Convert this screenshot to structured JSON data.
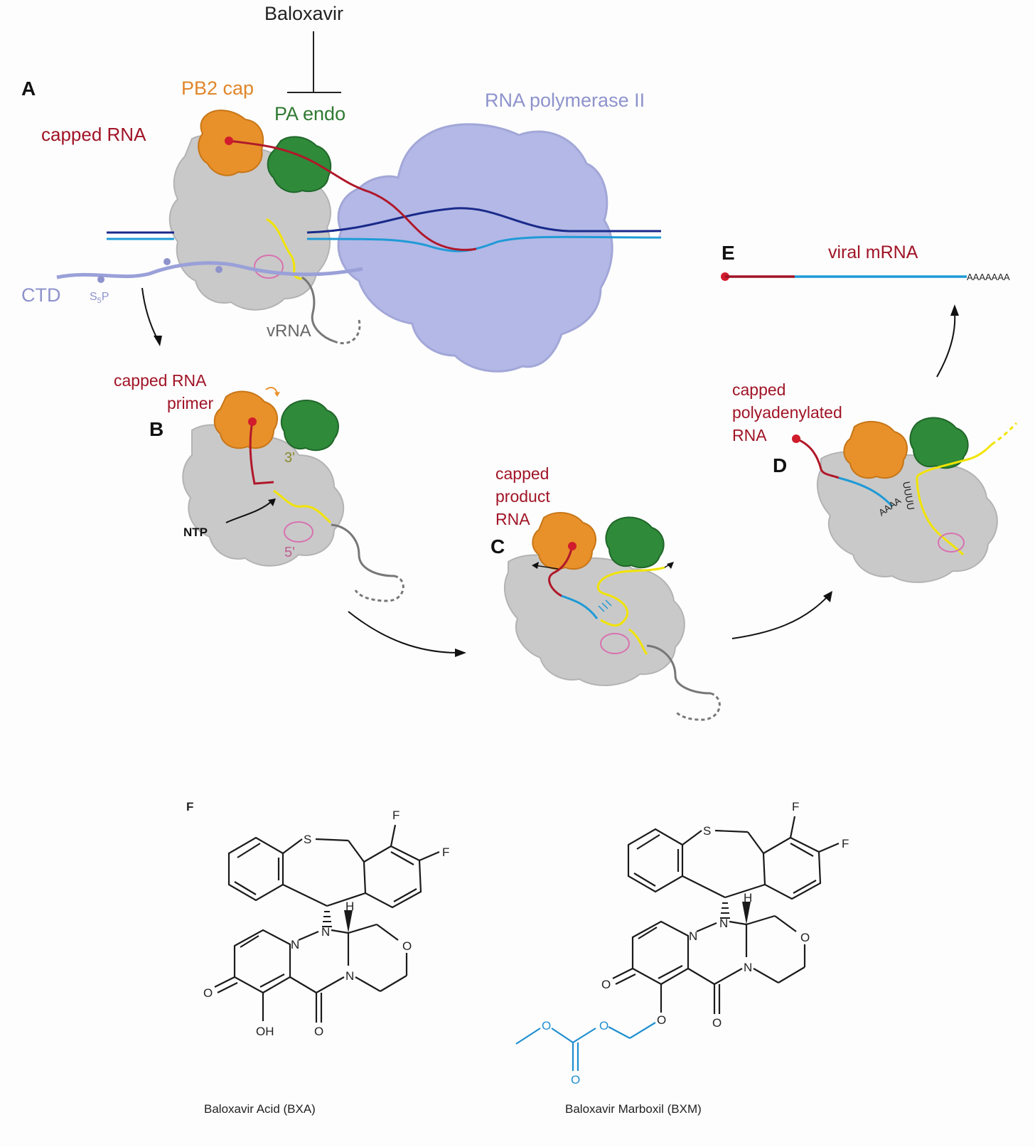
{
  "panels": {
    "A": "A",
    "B": "B",
    "C": "C",
    "D": "D",
    "E": "E",
    "F": "F"
  },
  "labels": {
    "baloxavir": "Baloxavir",
    "pb2_cap": "PB2 cap",
    "pa_endo": "PA endo",
    "rna_pol_ii": "RNA polymerase II",
    "capped_rna": "capped RNA",
    "ctd": "CTD",
    "s5p_main": "S",
    "s5p_sub": "5",
    "s5p_tail": "P",
    "vrna": "vRNA",
    "capped_rna_primer_1": "capped RNA",
    "capped_rna_primer_2": "primer",
    "ntp": "NTP",
    "three_prime": "3'",
    "five_prime": "5'",
    "capped_product_1": "capped",
    "capped_product_2": "product",
    "capped_product_3": "RNA",
    "capped_poly_1": "capped",
    "capped_poly_2": "polyadenylated",
    "capped_poly_3": "RNA",
    "viral_mrna": "viral mRNA",
    "poly_a": "AAAAAAA",
    "uuuu": "UUUU",
    "aaaa": "AAAA"
  },
  "structures": {
    "bxa_name": "Baloxavir Acid (BXA)",
    "bxm_name": "Baloxavir Marboxil (BXM)",
    "atoms": {
      "S": "S",
      "F": "F",
      "N": "N",
      "H": "H",
      "O": "O",
      "OH": "OH"
    }
  },
  "colors": {
    "red": "#a01426",
    "orange": "#e8902a",
    "green": "#2f8a3a",
    "lavender": "#8e93cc",
    "polii": "#b3b8e6",
    "grey": "#c8c8c8",
    "navy": "#1a2a8a",
    "cyan": "#1f9ad6",
    "yellow": "#f2e400",
    "pink": "#d872b0",
    "vrna": "#777777"
  }
}
